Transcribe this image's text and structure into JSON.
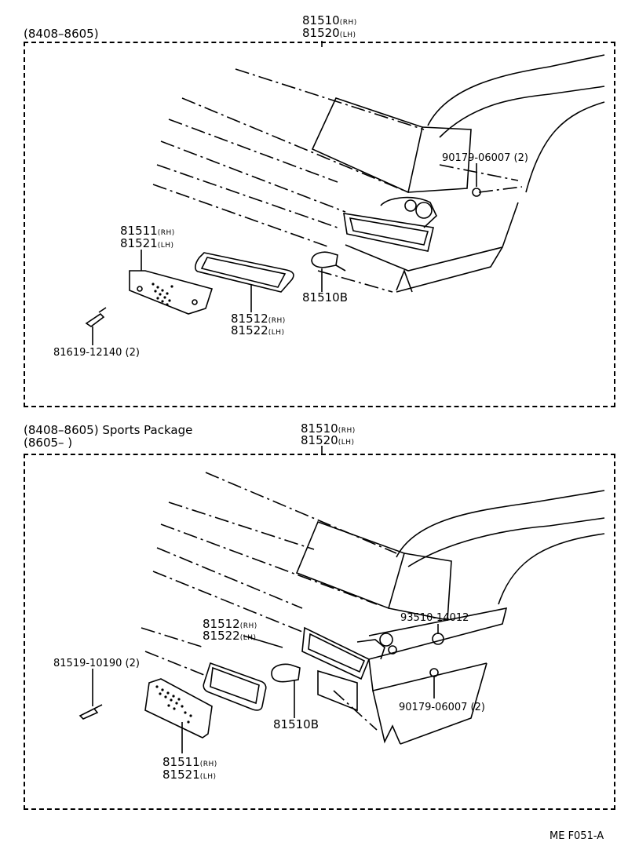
{
  "diagram_id": "ME F051-A",
  "panel1": {
    "header": "(8408–8605)",
    "labels": {
      "lamp_rh": "81510",
      "lamp_rh_side": "(RH)",
      "lamp_lh": "81520",
      "lamp_lh_side": "(LH)",
      "nut": "90179-06007  (2)",
      "lens_rh": "81511",
      "lens_rh_side": "(RH)",
      "lens_lh": "81521",
      "lens_lh_side": "(LH)",
      "gasket_rh": "81512",
      "gasket_rh_side": "(RH)",
      "gasket_lh": "81522",
      "gasket_lh_side": "(LH)",
      "bulb": "81510B",
      "screw": "81619-12140  (2)"
    }
  },
  "panel2": {
    "header_line1": "(8408–8605) Sports Package",
    "header_line2": "(8605–        )",
    "labels": {
      "lamp_rh": "81510",
      "lamp_rh_side": "(RH)",
      "lamp_lh": "81520",
      "lamp_lh_side": "(LH)",
      "clip": "93510-14012",
      "gasket_rh": "81512",
      "gasket_rh_side": "(RH)",
      "gasket_lh": "81522",
      "gasket_lh_side": "(LH)",
      "screw": "81519-10190  (2)",
      "nut": "90179-06007  (2)",
      "bulb": "81510B",
      "lens_rh": "81511",
      "lens_rh_side": "(RH)",
      "lens_lh": "81521",
      "lens_lh_side": "(LH)"
    }
  }
}
